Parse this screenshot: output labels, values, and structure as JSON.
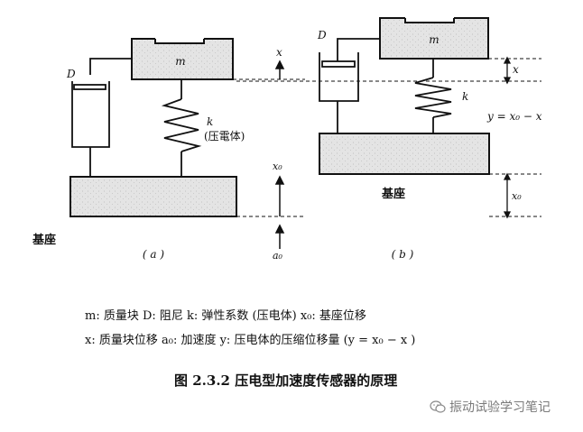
{
  "diagram_a": {
    "mass_label": "m",
    "damper_label": "D",
    "spring_label": "k",
    "spring_note": "(压電体)",
    "disp_label": "x",
    "base_disp_label": "x₀",
    "accel_label": "a₀",
    "base_label": "基座",
    "sub_label": "( a )"
  },
  "diagram_b": {
    "mass_label": "m",
    "damper_label": "D",
    "spring_label": "k",
    "disp_label": "x",
    "base_disp_label": "x₀",
    "equation": "y = x₀ − x",
    "base_label": "基座",
    "sub_label": "( b )"
  },
  "legend": {
    "line1": "m: 质量块   D: 阻尼   k: 弹性系数 (压电体)    x₀: 基座位移",
    "line2": "x: 质量块位移   a₀: 加速度   y: 压电体的压缩位移量 (y = x₀ − x )"
  },
  "caption": "图 2.3.2  压电型加速度传感器的原理",
  "watermark": "振动试验学习笔记",
  "colors": {
    "block_fill": "#e4e4e4",
    "line": "#111111",
    "watermark": "#7a7a7a"
  }
}
